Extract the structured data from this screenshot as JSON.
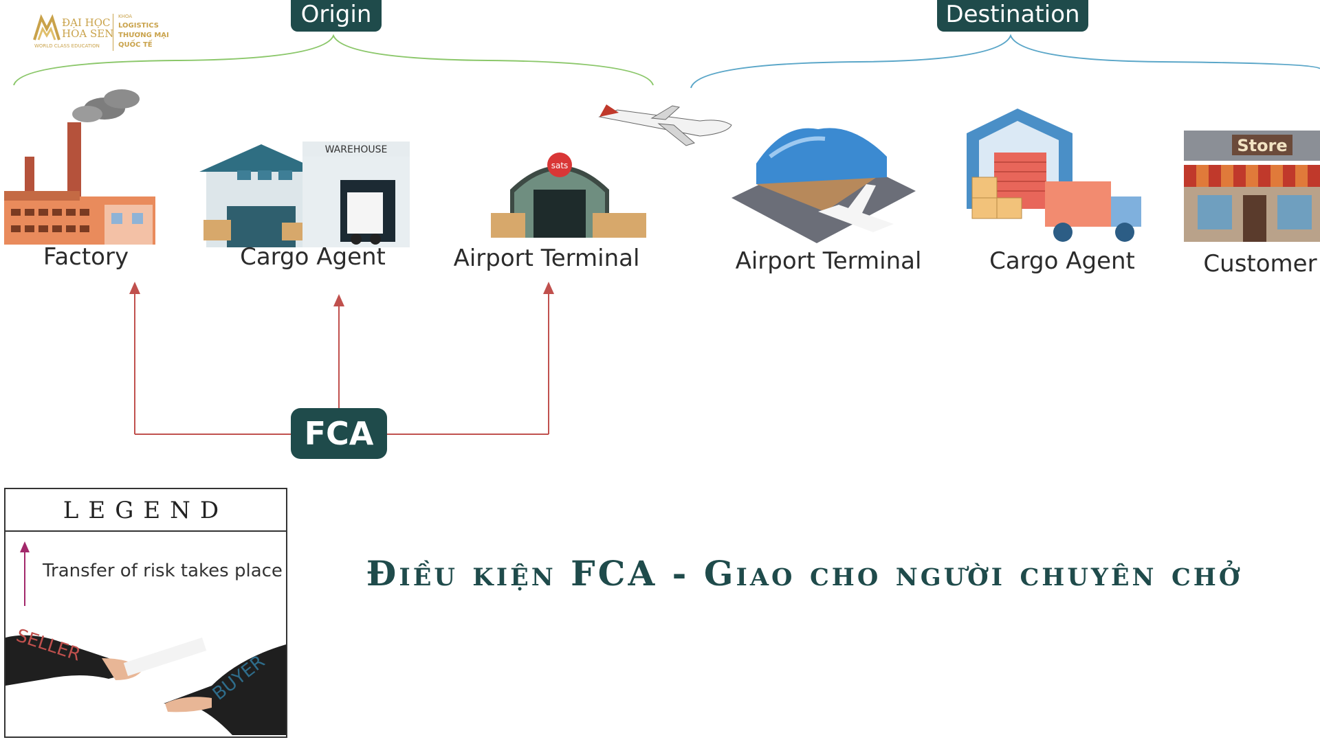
{
  "logo": {
    "line1": "ĐẠI HỌC",
    "line2": "HOA SEN",
    "tagline": "WORLD CLASS EDUCATION",
    "dept1": "KHOA",
    "dept2": "LOGISTICS",
    "dept3": "THƯƠNG MẠI",
    "dept4": "QUỐC TẾ"
  },
  "groups": {
    "origin": "Origin",
    "destination": "Destination"
  },
  "nodes": {
    "factory": "Factory",
    "cargo_agent_origin": "Cargo Agent",
    "warehouse_sign": "WAREHOUSE",
    "airport_terminal_origin": "Airport Terminal",
    "sats_sign": "sats",
    "airport_terminal_dest": "Airport Terminal",
    "cargo_agent_dest": "Cargo Agent",
    "customer": "Customer",
    "store_sign": "Store"
  },
  "fca_badge": "FCA",
  "legend": {
    "title": "LEGEND",
    "arrow_text": "Transfer of risk takes place",
    "seller": "SELLER",
    "buyer": "BUYER"
  },
  "title": "Điều kiện FCA - Giao cho người chuyên chở",
  "colors": {
    "primary": "#1f4b4b",
    "origin_brace": "#8bc76a",
    "destination_brace": "#5aa6c8",
    "risk_arrow": "#c0504d",
    "gold": "#c9a24a"
  }
}
